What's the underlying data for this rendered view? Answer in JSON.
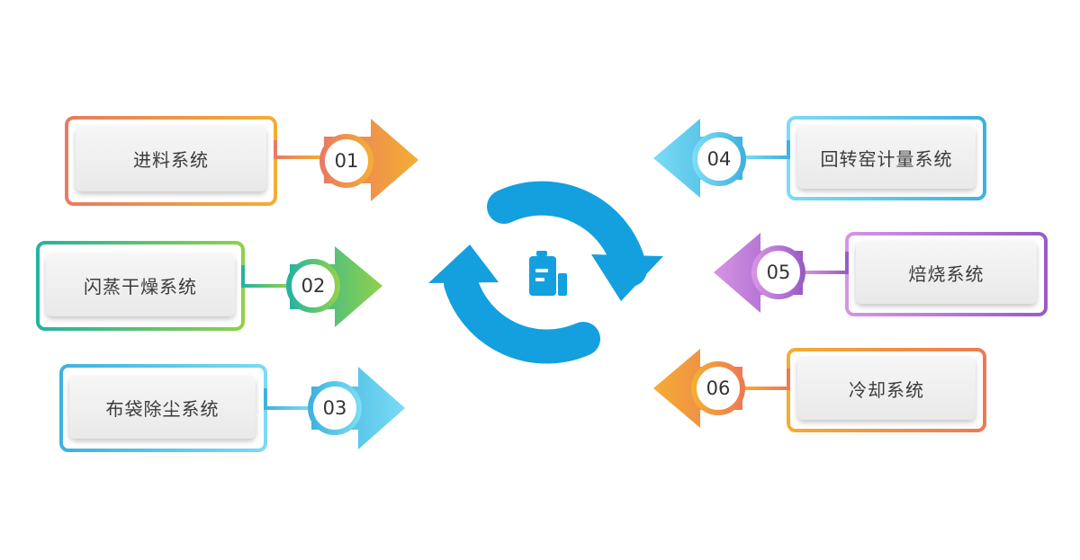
{
  "items": [
    {
      "number": "01",
      "label": "进料系统",
      "color_from": "#e97b63",
      "color_to": "#f4ad33"
    },
    {
      "number": "02",
      "label": "闪蒸干燥系统",
      "color_from": "#25b3a0",
      "color_to": "#8fd14a"
    },
    {
      "number": "03",
      "label": "布袋除尘系统",
      "color_from": "#3fb2df",
      "color_to": "#7adbf4"
    },
    {
      "number": "04",
      "label": "回转窑计量系统",
      "color_from": "#7bdcf5",
      "color_to": "#3fb2df"
    },
    {
      "number": "05",
      "label": "焙烧系统",
      "color_from": "#d694e6",
      "color_to": "#9a5bc4"
    },
    {
      "number": "06",
      "label": "冷却系统",
      "color_from": "#f4ad33",
      "color_to": "#ec7a55"
    }
  ],
  "center": {
    "icon": "clipboard-icon",
    "arrows": "recycle-arrows-icon",
    "color": "#14a0de"
  }
}
